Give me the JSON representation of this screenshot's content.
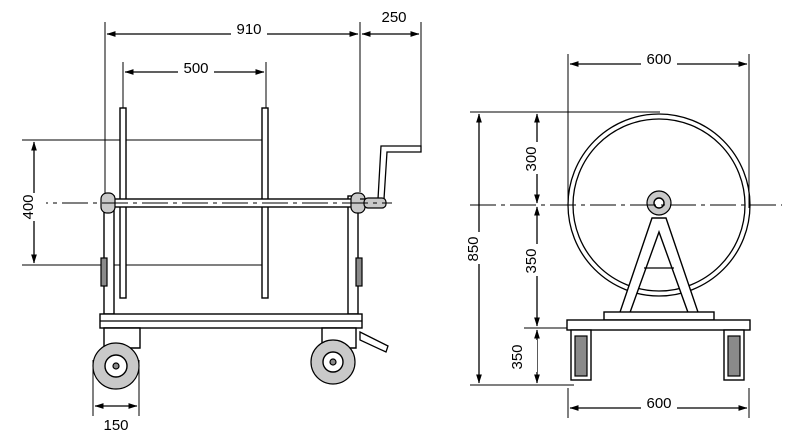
{
  "diagram": {
    "arrow_color": "#000000",
    "dimensions": {
      "side_total_width": "910",
      "side_crank_width": "250",
      "side_drum_width": "500",
      "side_drum_height": "400",
      "side_wheel_width": "150",
      "front_drum_diameter": "600",
      "front_upper_radius": "300",
      "front_lower_radius": "350",
      "front_base_height": "350",
      "front_total_height": "850",
      "front_base_width": "600"
    }
  }
}
